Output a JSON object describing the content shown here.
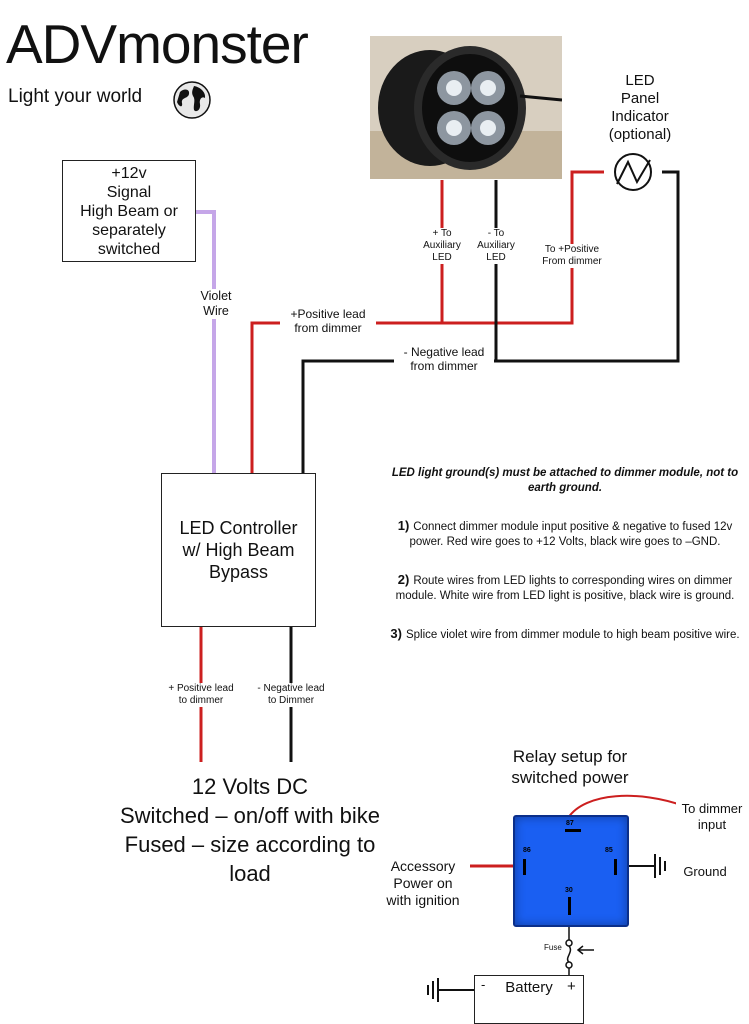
{
  "header": {
    "brand": "ADVmonster",
    "tagline": "Light your world"
  },
  "signal_box": {
    "lines": [
      "+12v",
      "Signal",
      "High Beam or",
      "separately",
      "switched"
    ]
  },
  "labels": {
    "violet_wire": [
      "Violet",
      "Wire"
    ],
    "plus_to_aux": [
      "+ To",
      "Auxiliary",
      "LED"
    ],
    "minus_to_aux": [
      "- To",
      "Auxiliary",
      "LED"
    ],
    "to_positive_from_dimmer": [
      "To +Positive",
      "From dimmer"
    ],
    "positive_lead_from_dimmer": [
      "+Positive lead",
      "from dimmer"
    ],
    "negative_lead_from_dimmer": [
      "- Negative lead",
      "from dimmer"
    ],
    "positive_lead_to_dimmer": [
      "+ Positive lead",
      "to dimmer"
    ],
    "negative_lead_to_dimmer": [
      "- Negative lead",
      "to Dimmer"
    ],
    "fuse": "Fuse",
    "to_dimmer_input": [
      "To dimmer",
      "input"
    ],
    "ground": "Ground",
    "accessory_power": [
      "Accessory",
      "Power on",
      "with ignition"
    ]
  },
  "indicator": {
    "lines": [
      "LED",
      "Panel",
      "Indicator",
      "(optional)"
    ]
  },
  "controller_box": {
    "lines": [
      "LED Controller",
      "w/ High Beam",
      "Bypass"
    ]
  },
  "instructions": {
    "note": "LED light ground(s) must be attached to dimmer module, not to earth ground.",
    "steps": [
      {
        "num": "1)",
        "text": "Connect dimmer module input positive & negative to fused 12v power. Red wire goes to +12 Volts, black wire goes to –GND."
      },
      {
        "num": "2)",
        "text": "Route wires from LED lights to corresponding wires on dimmer module. White wire from LED light is positive, black wire is ground."
      },
      {
        "num": "3)",
        "text": "Splice violet wire from dimmer module to high beam positive wire."
      }
    ]
  },
  "power_label": {
    "lines": [
      "12 Volts DC",
      "Switched – on/off with bike",
      "Fused – size according to",
      "load"
    ]
  },
  "relay": {
    "title": [
      "Relay setup for",
      "switched power"
    ],
    "pins": [
      "87",
      "86",
      "85",
      "30"
    ]
  },
  "battery": {
    "label": "Battery",
    "minus": "-",
    "plus": "+"
  },
  "colors": {
    "red_wire": "#cc1f1f",
    "black_wire": "#111111",
    "violet_wire": "#c5a6e8",
    "relay_blue": "#1a5ff2"
  }
}
